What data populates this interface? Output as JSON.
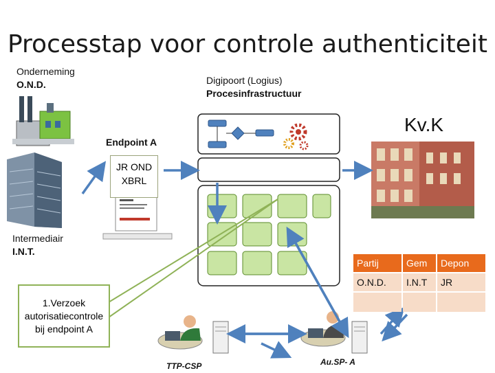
{
  "title": "Processtap voor controle authenticiteit",
  "org": {
    "line1": "Onderneming",
    "line2": "O.N.D."
  },
  "digipoort": {
    "line1": "Digipoort (Logius)",
    "line2": "Procesinfrastructuur"
  },
  "kvk": "Kv.K",
  "endpoint": "Endpoint A",
  "jr_box": {
    "line1": "JR OND",
    "line2": "XBRL"
  },
  "intermediair": {
    "line1": "Intermediair",
    "line2": "I.N.T."
  },
  "callout": {
    "line1": "1.Verzoek",
    "line2": "autorisatiecontrole",
    "line3": "bij endpoint A"
  },
  "ttp": "TTP-CSP",
  "ausp": "Au.SP- A",
  "table": {
    "headers": [
      "Partij",
      "Gem",
      "Depon"
    ],
    "rows": [
      [
        "O.N.D.",
        "I.N.T",
        "JR"
      ],
      [
        "",
        "",
        ""
      ]
    ]
  },
  "colors": {
    "arrow": "#4f81bd",
    "callout_border": "#8fb257",
    "gear": "#c0392b",
    "table_header": "#e86a1c"
  }
}
